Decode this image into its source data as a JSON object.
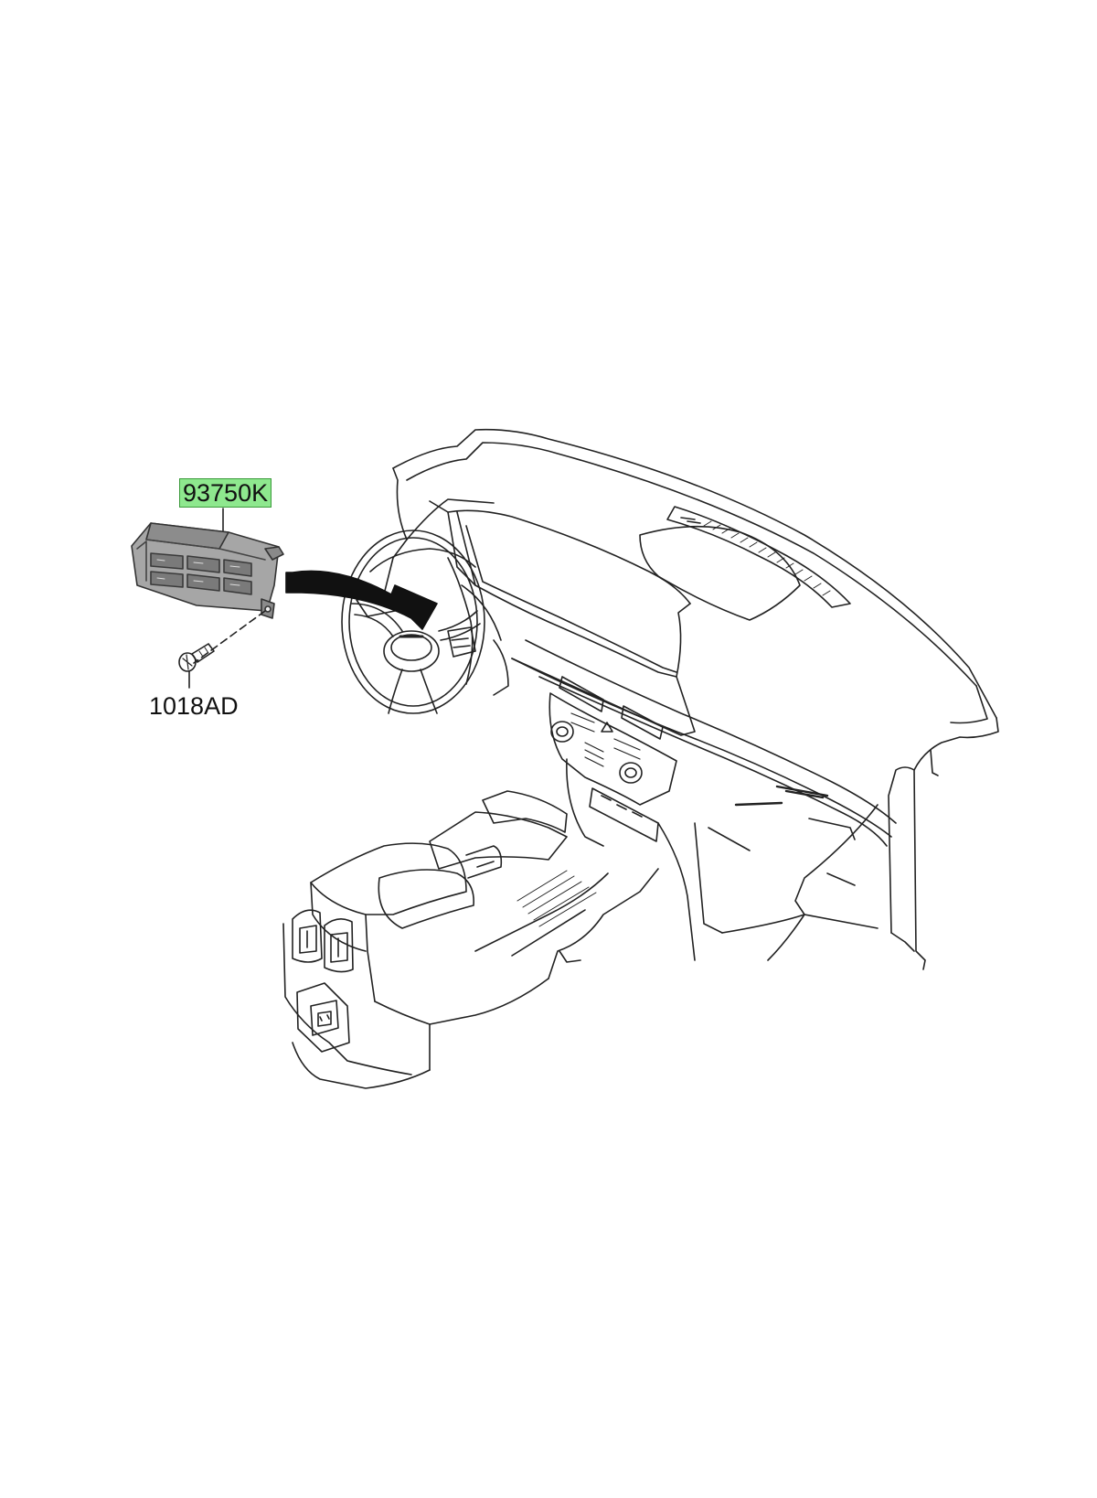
{
  "parts": [
    {
      "id": "switch",
      "label": "93750K",
      "highlighted": true
    },
    {
      "id": "screw",
      "label": "1018AD",
      "highlighted": false
    }
  ],
  "colors": {
    "line": "#222222",
    "highlight_fill": "#8ee88e",
    "highlight_border": "#3a9a3a",
    "part_shade": "#9a9a9a",
    "part_shade_dark": "#6a6a6a",
    "arrow": "#111111",
    "background": "#ffffff"
  }
}
